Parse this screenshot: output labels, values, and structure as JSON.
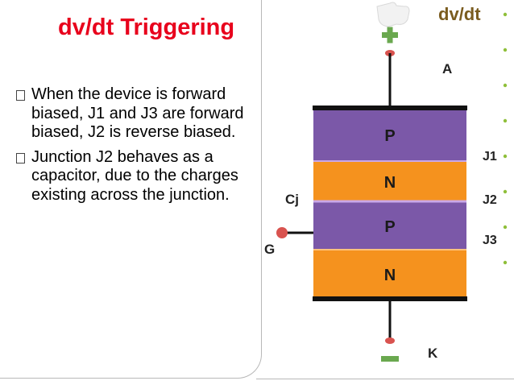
{
  "slide": {
    "title": "dv/dt Triggering",
    "bullets": [
      "When the device is forward biased, J1 and J3 are forward biased, J2 is reverse biased.",
      "Junction J2 behaves as a capacitor, due to the charges existing across the junction."
    ]
  },
  "diagram": {
    "title": "dv/dt",
    "terminals": {
      "anode": "A",
      "cathode": "K",
      "gate": "G"
    },
    "capacitance_label": "Cj",
    "layers": [
      "P",
      "N",
      "P",
      "N"
    ],
    "junctions": [
      "J1",
      "J2",
      "J3"
    ],
    "colors": {
      "p_layer": "#7b58a8",
      "n_layer": "#f5921e",
      "contact": "#111111",
      "plus": "#6aa84f",
      "minus": "#6aa84f",
      "terminal_dot": "#d9534f"
    }
  }
}
